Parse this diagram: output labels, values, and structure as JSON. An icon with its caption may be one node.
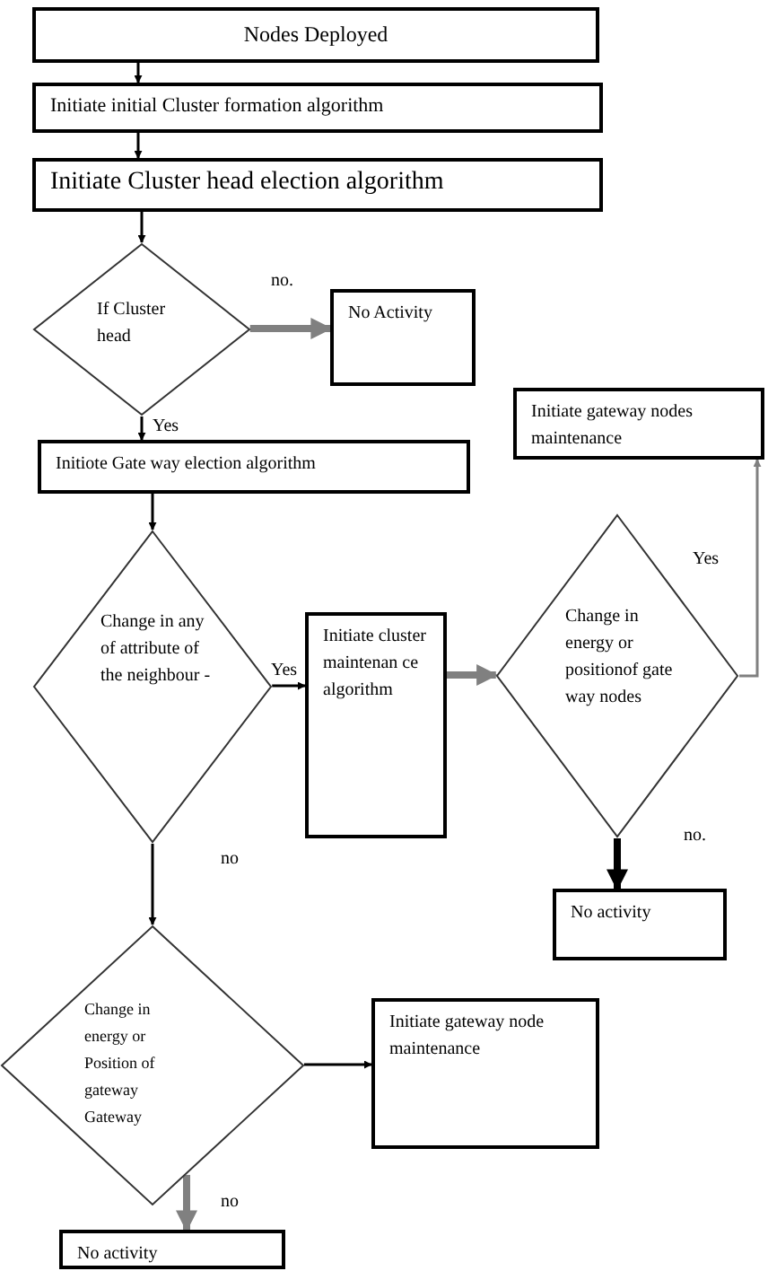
{
  "diagram": {
    "nodes": [
      {
        "text": [
          "Nodes Deployed"
        ]
      },
      {
        "text": [
          "Initiate initial Cluster formation algorithm"
        ]
      },
      {
        "text": [
          "Initiate Cluster head election  algorithm"
        ]
      },
      {
        "text": [
          "If Cluster head"
        ]
      },
      {
        "text": [
          "No Activity"
        ]
      },
      {
        "text": [
          "Initiote Gate way election algorithm"
        ]
      },
      {
        "text": [
          "Change in any of attribute of the neighbour -"
        ]
      },
      {
        "text": [
          "Initiate cluster maintenan ce algorithm"
        ]
      },
      {
        "text": [
          "Change in energy or positionof gate way nodes"
        ]
      },
      {
        "text": [
          "Initiate gateway nodes maintenance"
        ]
      },
      {
        "text": [
          "No activity"
        ]
      },
      {
        "text": [
          "Change in energy or Position of gateway Gateway"
        ]
      },
      {
        "text": [
          "Initiate gateway node maintenance"
        ]
      },
      {
        "text": [
          "No activity"
        ]
      }
    ],
    "edges": [
      {
        "from": 0,
        "to": 1,
        "arrow": "to"
      },
      {
        "from": 1,
        "to": 2,
        "arrow": "to"
      },
      {
        "from": 2,
        "to": 3,
        "arrow": "to"
      },
      {
        "from": 3,
        "to": 4,
        "arrow": "to",
        "label": "no.",
        "style": "thick",
        "color": "#808080"
      },
      {
        "from": 3,
        "to": 5,
        "arrow": "to",
        "label": "Yes"
      },
      {
        "from": 5,
        "to": 6,
        "arrow": "to"
      },
      {
        "from": 6,
        "to": 7,
        "arrow": "to",
        "label": "Yes"
      },
      {
        "from": 7,
        "to": 8,
        "arrow": "to",
        "style": "thick",
        "color": "#808080"
      },
      {
        "from": 8,
        "to": 9,
        "arrow": "to",
        "label": "Yes",
        "color": "#808080"
      },
      {
        "from": 8,
        "to": 10,
        "arrow": "to",
        "label": "no.",
        "style": "thick"
      },
      {
        "from": 6,
        "to": 11,
        "arrow": "to",
        "label": "no"
      },
      {
        "from": 11,
        "to": 12,
        "arrow": "to"
      },
      {
        "from": 11,
        "to": 13,
        "arrow": "to",
        "label": "no",
        "style": "thick",
        "color": "#808080"
      }
    ]
  }
}
